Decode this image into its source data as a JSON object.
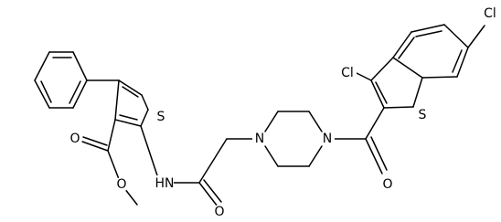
{
  "atoms": {
    "s_thiophene": "S",
    "nh_amide": "HN",
    "o_amide": "O",
    "n_pip_left": "N",
    "n_pip_right": "N",
    "o_ketone": "O",
    "s_benzothiophene": "S",
    "cl_top": "Cl",
    "cl_right": "Cl",
    "o_ester_carbonyl": "O",
    "o_ester_ether": "O"
  }
}
